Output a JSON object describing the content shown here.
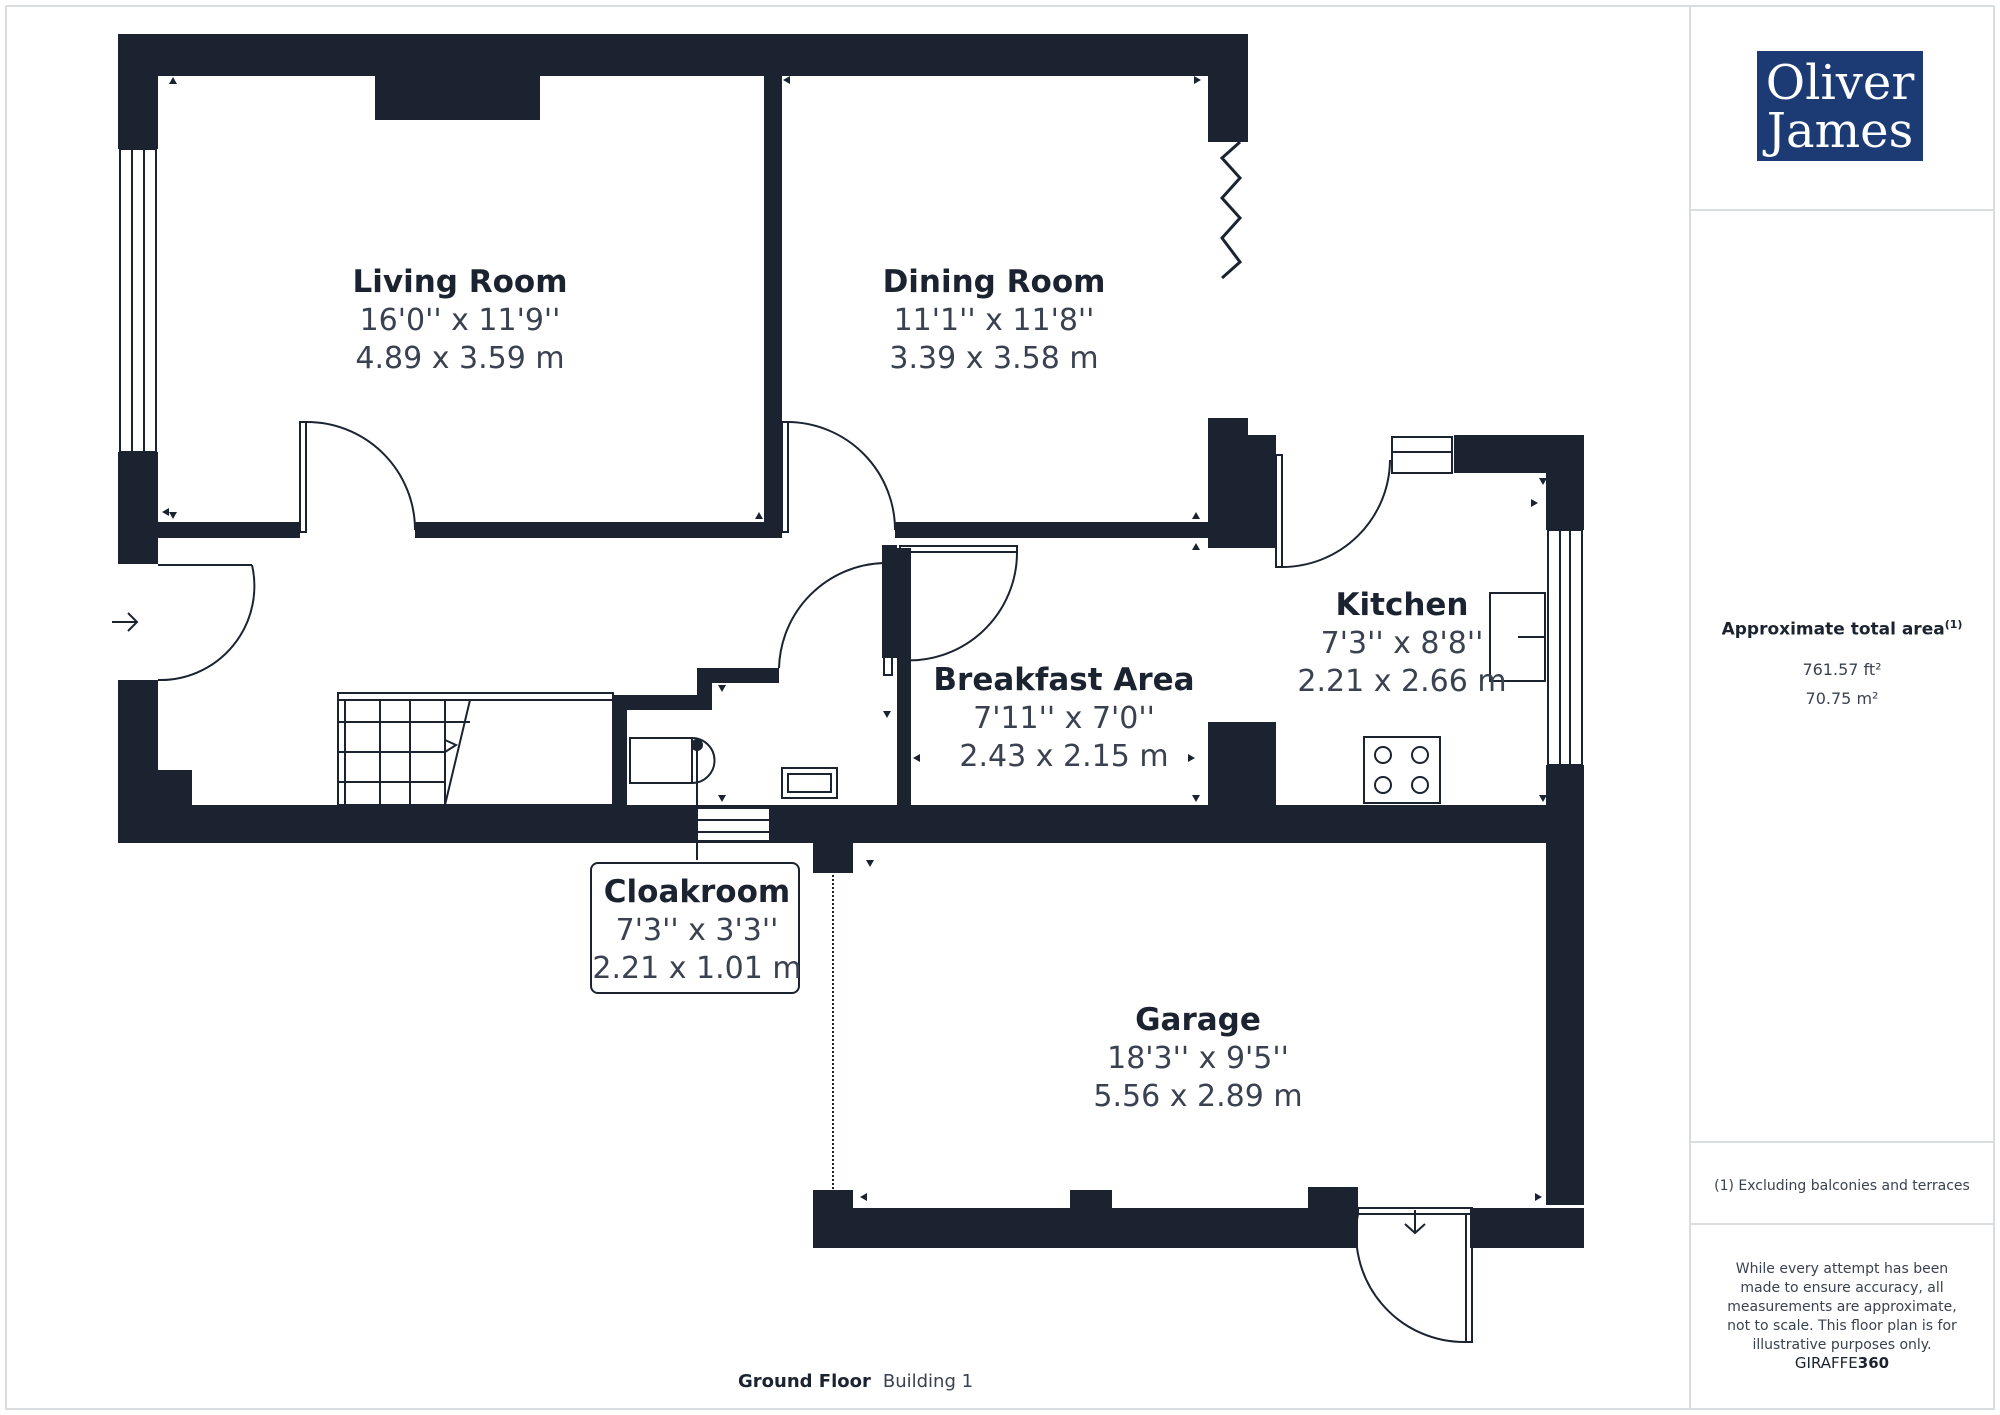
{
  "brand": {
    "logo_line1": "Oliver",
    "logo_line2": "James",
    "logo_color": "#1c3b75",
    "software": "GIRAFFE",
    "software_suffix": "360"
  },
  "rooms": {
    "living": {
      "name": "Living Room",
      "imperial": "16'0'' x 11'9''",
      "metric": "4.89 x 3.59 m"
    },
    "dining": {
      "name": "Dining Room",
      "imperial": "11'1'' x 11'8''",
      "metric": "3.39 x 3.58 m"
    },
    "kitchen": {
      "name": "Kitchen",
      "imperial": "7'3'' x 8'8''",
      "metric": "2.21 x 2.66 m"
    },
    "breakfast": {
      "name": "Breakfast Area",
      "imperial": "7'11'' x 7'0''",
      "metric": "2.43 x 2.15 m"
    },
    "cloakroom": {
      "name": "Cloakroom",
      "imperial": "7'3'' x 3'3''",
      "metric": "2.21 x 1.01 m"
    },
    "garage": {
      "name": "Garage",
      "imperial": "18'3'' x 9'5''",
      "metric": "5.56 x 2.89 m"
    }
  },
  "area": {
    "title": "Approximate total area",
    "footnote_marker": "(1)",
    "sq_ft": "761.57 ft²",
    "sq_m": "70.75 m²"
  },
  "footnote": "(1) Excluding balconies and terraces",
  "disclaimer": "While every attempt has been made to ensure accuracy, all measurements are approximate, not to scale. This floor plan is for illustrative purposes only.",
  "floor": {
    "name": "Ground Floor",
    "building": "Building 1"
  },
  "colors": {
    "wall": "#1c2330",
    "text": "#1c2330",
    "frame": "#d9dce0"
  }
}
